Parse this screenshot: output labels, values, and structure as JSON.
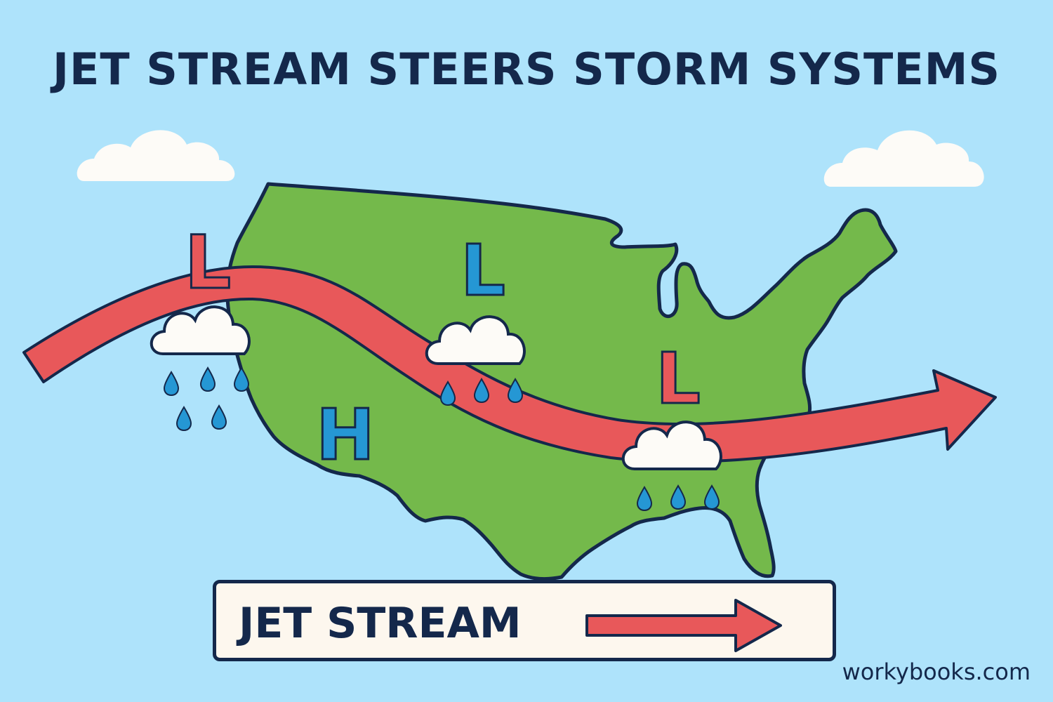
{
  "title": "JET STREAM STEERS STORM SYSTEMS",
  "pressure_labels": [
    "L",
    "L",
    "L",
    "H"
  ],
  "legend": {
    "label": "JET STREAM"
  },
  "credit": "workybooks.com",
  "colors": {
    "sky": "#aee3fb",
    "land": "#74b94b",
    "jet_stream": "#e8585a",
    "outline": "#14284b",
    "low_red": "#e8585a",
    "low_blue": "#2597d4",
    "high_blue": "#2597d4",
    "rain": "#2597d4",
    "cloud": "#fdfbf7"
  }
}
